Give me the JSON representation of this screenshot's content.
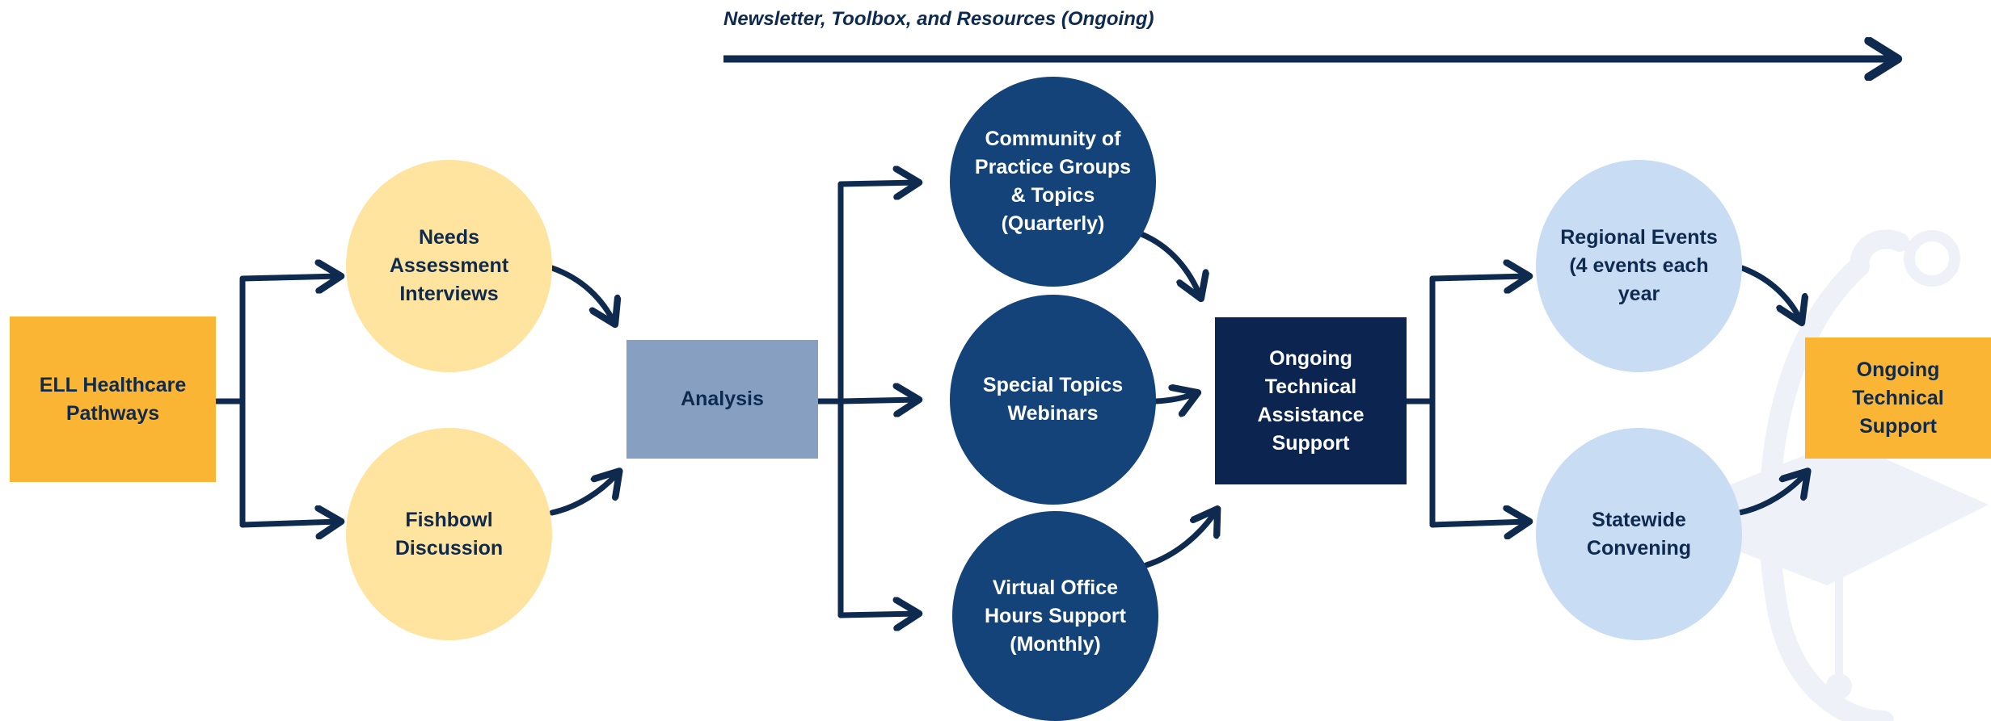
{
  "banner": {
    "label": "Newsletter, Toolbox, and Resources (Ongoing)"
  },
  "nodes": {
    "ell": "ELL Healthcare\nPathways",
    "needs": "Needs\nAssessment\nInterviews",
    "fishbowl": "Fishbowl\nDiscussion",
    "analysis": "Analysis",
    "cop": "Community of\nPractice Groups\n& Topics\n(Quarterly)",
    "webinars": "Special Topics\nWebinars",
    "office": "Virtual Office\nHours Support\n(Monthly)",
    "ongoing_ta": "Ongoing\nTechnical\nAssistance\nSupport",
    "regional": "Regional Events\n(4 events each\nyear",
    "statewide": "Statewide\nConvening",
    "ongoing_support": "Ongoing\nTechnical\nSupport"
  },
  "colors": {
    "navy": "#0f2a4f",
    "yellow": "#fbb535",
    "light_yellow": "#ffe4a0",
    "slate_blue": "#879fc0",
    "royal_blue": "#144379",
    "deep_navy": "#0b2550",
    "pale_blue": "#c8dcf4",
    "watermark": "#eef2f8"
  },
  "background": {
    "watermark_icon": "stethoscope-graduation-cap-icon"
  }
}
